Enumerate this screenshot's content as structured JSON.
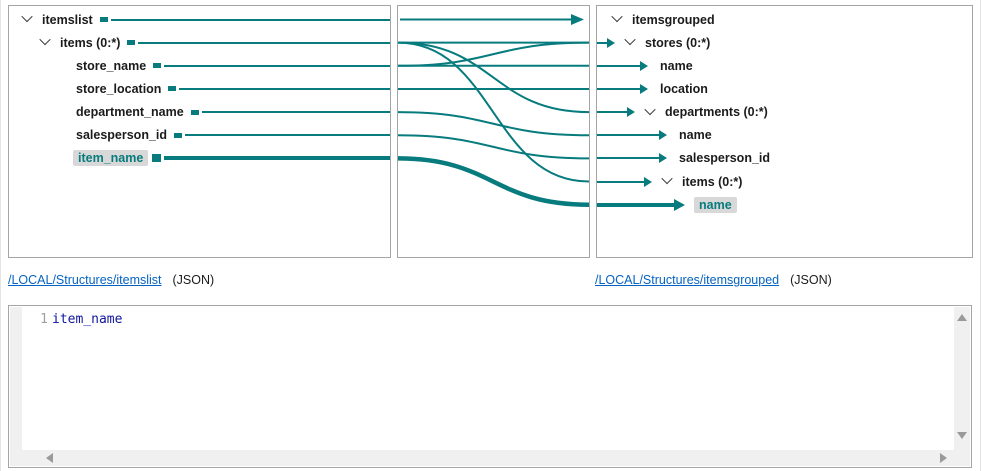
{
  "colors": {
    "accent": "#077b7d",
    "link": "#0563c1",
    "highlight_bg": "#d8d8d8",
    "code_text": "#10169e"
  },
  "source_panel": {
    "nodes": [
      {
        "label": "itemslist",
        "level": 0,
        "group": true
      },
      {
        "label": "items (0:*)",
        "level": 1,
        "group": true
      },
      {
        "label": "store_name",
        "level": 2
      },
      {
        "label": "store_location",
        "level": 2
      },
      {
        "label": "department_name",
        "level": 2
      },
      {
        "label": "salesperson_id",
        "level": 2
      },
      {
        "label": "item_name",
        "level": 2,
        "highlight": true,
        "thick": true
      }
    ],
    "link_label": "/LOCAL/Structures/itemslist",
    "format_label": "(JSON)"
  },
  "target_panel": {
    "nodes": [
      {
        "label": "itemsgrouped",
        "level": 0,
        "group": true,
        "arrow": false
      },
      {
        "label": "stores (0:*)",
        "level": 1,
        "group": true,
        "arrow": true
      },
      {
        "label": "name",
        "level": 2,
        "arrow": true
      },
      {
        "label": "location",
        "level": 2,
        "arrow": true
      },
      {
        "label": "departments (0:*)",
        "level": 2,
        "group": true,
        "arrow": true
      },
      {
        "label": "name",
        "level": 3,
        "arrow": true
      },
      {
        "label": "salesperson_id",
        "level": 3,
        "arrow": true
      },
      {
        "label": "items (0:*)",
        "level": 3,
        "group": true,
        "arrow": true
      },
      {
        "label": "name",
        "level": 4,
        "arrow": true,
        "highlight": true,
        "thick": true
      }
    ],
    "link_label": "/LOCAL/Structures/itemsgrouped",
    "format_label": "(JSON)"
  },
  "connections": [
    {
      "from": "itemslist",
      "to": "itemsgrouped",
      "source_index": 0,
      "target_index": 0,
      "style": "straight-arrow"
    },
    {
      "from": "items",
      "to": "stores",
      "source_index": 1,
      "target_index": 1
    },
    {
      "from": "items",
      "to": "departments",
      "source_index": 1,
      "target_index": 4
    },
    {
      "from": "items",
      "to": "items",
      "source_index": 1,
      "target_index": 7
    },
    {
      "from": "store_name",
      "to": "stores",
      "source_index": 2,
      "target_index": 1
    },
    {
      "from": "store_name",
      "to": "name",
      "source_index": 2,
      "target_index": 2
    },
    {
      "from": "store_location",
      "to": "location",
      "source_index": 3,
      "target_index": 3
    },
    {
      "from": "department_name",
      "to": "name",
      "source_index": 4,
      "target_index": 5
    },
    {
      "from": "salesperson_id",
      "to": "salesperson_id",
      "source_index": 5,
      "target_index": 6
    },
    {
      "from": "item_name",
      "to": "name",
      "source_index": 6,
      "target_index": 8,
      "thick": true
    }
  ],
  "editor": {
    "line_number": "1",
    "code": "item_name"
  }
}
